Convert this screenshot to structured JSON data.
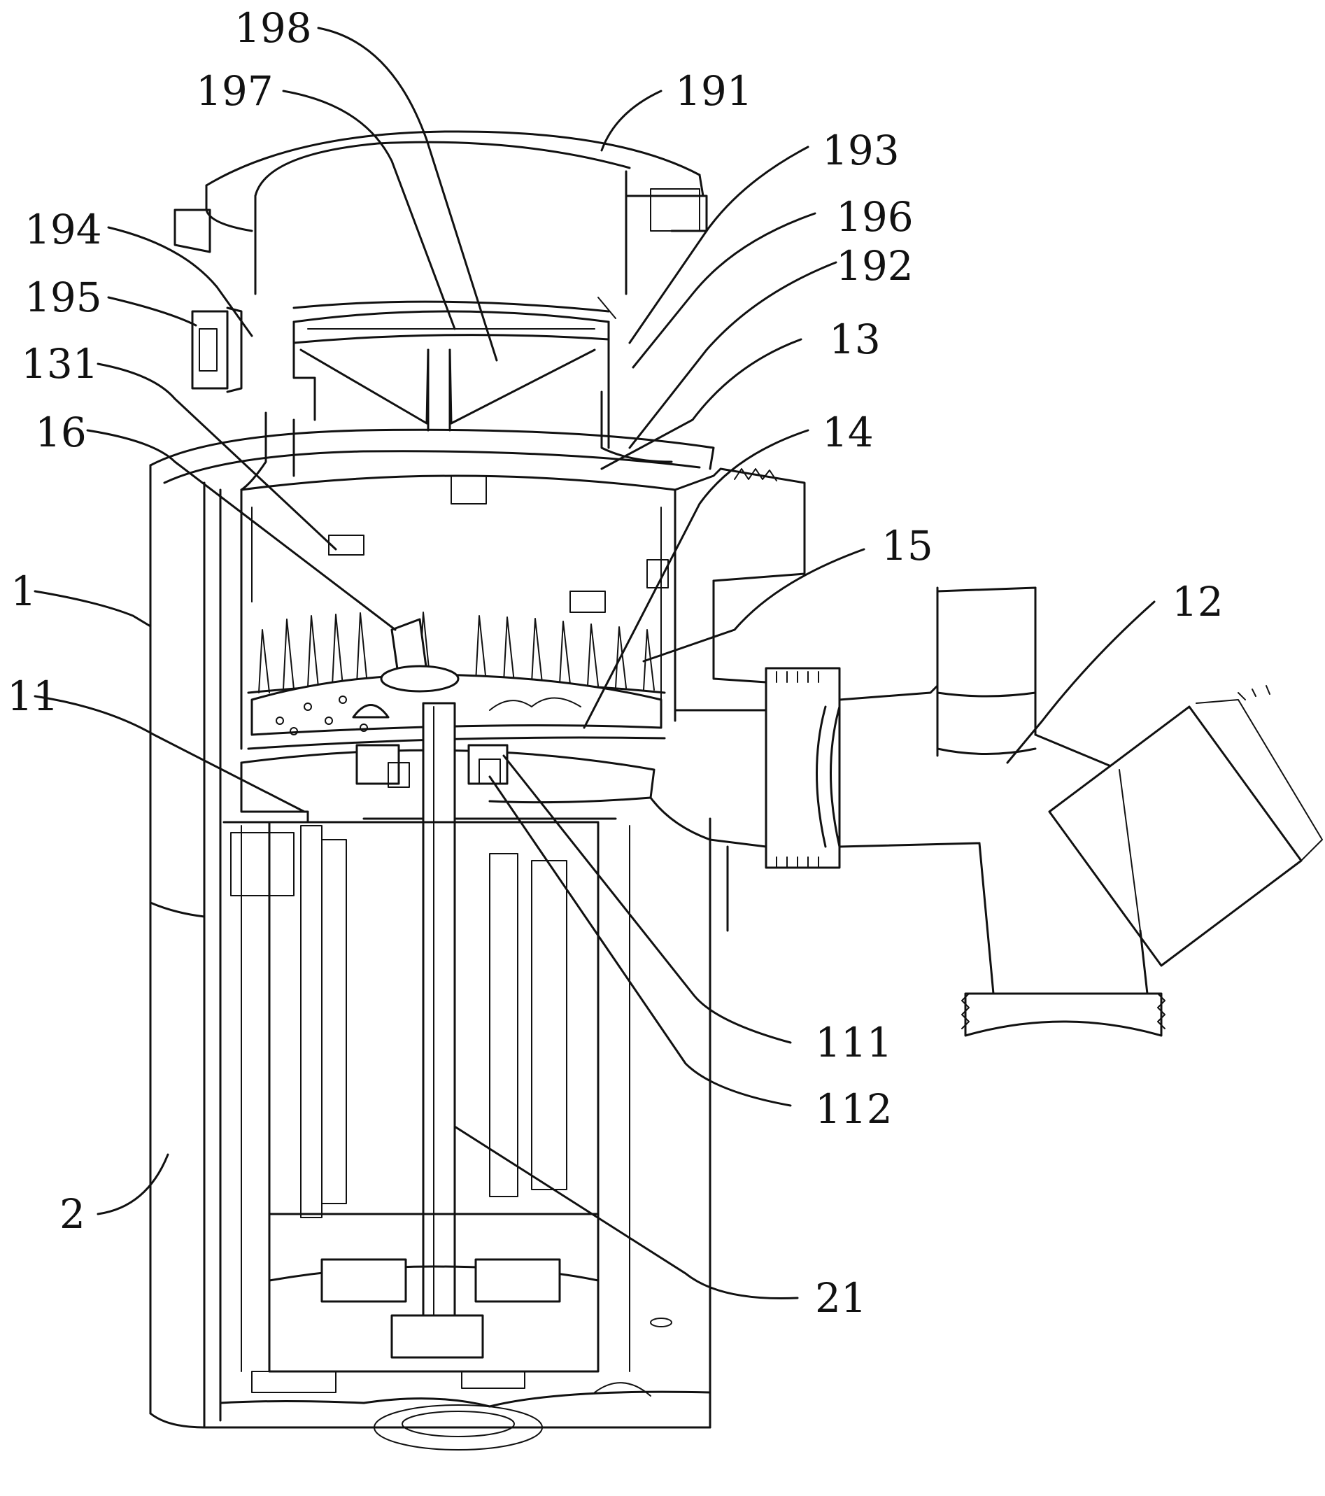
{
  "labels": [
    {
      "id": "198",
      "text": "198"
    },
    {
      "id": "197",
      "text": "197"
    },
    {
      "id": "191",
      "text": "191"
    },
    {
      "id": "193",
      "text": "193"
    },
    {
      "id": "194",
      "text": "194"
    },
    {
      "id": "196",
      "text": "196"
    },
    {
      "id": "192",
      "text": "192"
    },
    {
      "id": "195",
      "text": "195"
    },
    {
      "id": "13",
      "text": "13"
    },
    {
      "id": "131",
      "text": "131"
    },
    {
      "id": "16",
      "text": "16"
    },
    {
      "id": "14",
      "text": "14"
    },
    {
      "id": "15",
      "text": "15"
    },
    {
      "id": "1",
      "text": "1"
    },
    {
      "id": "12",
      "text": "12"
    },
    {
      "id": "11",
      "text": "11"
    },
    {
      "id": "111",
      "text": "111"
    },
    {
      "id": "112",
      "text": "112"
    },
    {
      "id": "2",
      "text": "2"
    },
    {
      "id": "21",
      "text": "21"
    }
  ]
}
